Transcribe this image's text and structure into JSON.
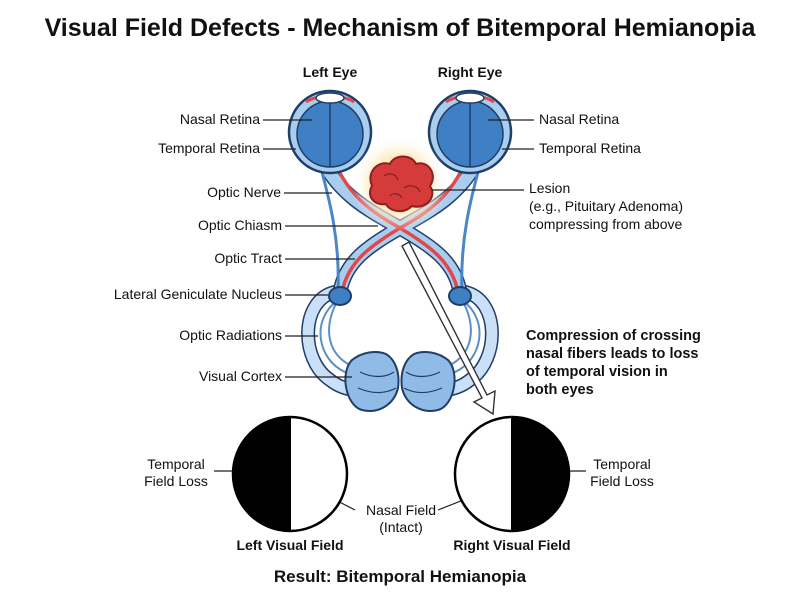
{
  "title": "Visual Field Defects - Mechanism of Bitemporal Hemianopia",
  "eyes": {
    "left": "Left Eye",
    "right": "Right Eye"
  },
  "left_labels": {
    "nasal_retina": "Nasal Retina",
    "temporal_retina": "Temporal Retina",
    "optic_nerve": "Optic Nerve",
    "optic_chiasm": "Optic Chiasm",
    "optic_tract": "Optic Tract",
    "lgn": "Lateral Geniculate Nucleus",
    "optic_radiations": "Optic Radiations",
    "visual_cortex": "Visual Cortex"
  },
  "right_labels": {
    "nasal_retina": "Nasal Retina",
    "temporal_retina": "Temporal Retina"
  },
  "lesion": {
    "line1": "Lesion",
    "line2": "(e.g., Pituitary Adenoma)",
    "line3": "compressing from above"
  },
  "compression_note": [
    "Compression of crossing",
    "nasal fibers leads to loss",
    "of temporal vision in",
    "both eyes"
  ],
  "fields": {
    "left_loss": [
      "Temporal",
      "Field Loss"
    ],
    "right_loss": [
      "Temporal",
      "Field Loss"
    ],
    "nasal": [
      "Nasal Field",
      "(Intact)"
    ],
    "left_caption": "Left Visual Field",
    "right_caption": "Right Visual Field"
  },
  "result": "Result: Bitemporal Hemianopia",
  "colors": {
    "eye_blue": "#3f7fc4",
    "eye_light": "#a9cdef",
    "pathway_light": "#c9e0f6",
    "outline": "#1f3f66",
    "nasal_fiber_red": "#e0484a",
    "lesion_red": "#d63b3b",
    "lesion_glow": "#fbd79a",
    "field_loss": "#000000"
  }
}
